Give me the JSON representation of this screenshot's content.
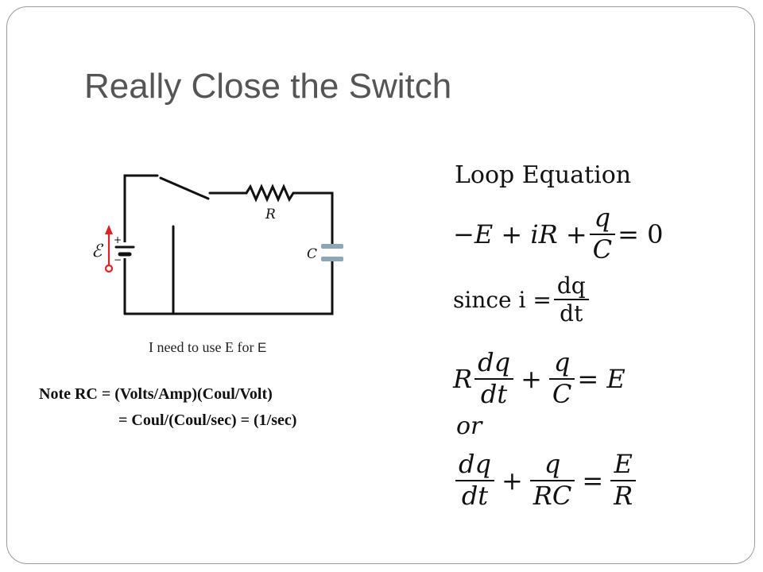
{
  "slide": {
    "title": "Really Close the Switch"
  },
  "circuit": {
    "emf_symbol": "ℰ",
    "plus": "+",
    "minus": "−",
    "resistor_label": "R",
    "capacitor_label": "C"
  },
  "note_e": {
    "text": "I need to use E for",
    "script_e": "E"
  },
  "rc_note": {
    "line1": "Note RC = (Volts/Amp)(Coul/Volt)",
    "line2": "= Coul/(Coul/sec) = (1/sec)"
  },
  "equations": {
    "heading": "Loop Equation",
    "loop": {
      "lhs": "−E + iR +",
      "num": "q",
      "den": "C",
      "rhs": "= 0"
    },
    "since": {
      "lhs": "since i =",
      "num": "dq",
      "den": "dt"
    },
    "r_form": {
      "coef": "R",
      "num1": "dq",
      "den1": "dt",
      "plus": "+",
      "num2": "q",
      "den2": "C",
      "rhs": "= E"
    },
    "or_label": "or",
    "final": {
      "num1": "dq",
      "den1": "dt",
      "plus": "+",
      "num2": "q",
      "den2": "RC",
      "eq": "=",
      "num3": "E",
      "den3": "R"
    }
  }
}
